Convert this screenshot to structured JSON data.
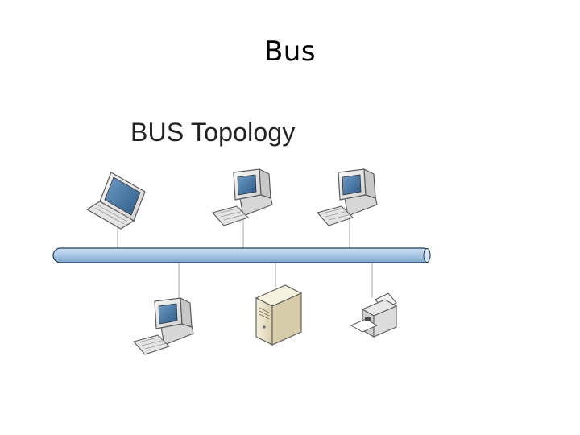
{
  "slide": {
    "title": "Bus"
  },
  "diagram": {
    "title": "BUS Topology",
    "colors": {
      "bus_fill": "#a9c7e6",
      "bus_stroke": "#1f3a5a",
      "connector": "#b8b8b8",
      "device_body": "#ececec",
      "device_stroke": "#5a5a5a",
      "screen": "#3d6f9e",
      "server_body": "#efe7cf"
    },
    "top_devices": [
      {
        "kind": "laptop",
        "icon": "laptop-icon"
      },
      {
        "kind": "desktop",
        "icon": "desktop-computer-icon"
      },
      {
        "kind": "desktop",
        "icon": "desktop-computer-icon"
      }
    ],
    "bottom_devices": [
      {
        "kind": "desktop",
        "icon": "desktop-computer-icon"
      },
      {
        "kind": "server",
        "icon": "server-tower-icon"
      },
      {
        "kind": "printer",
        "icon": "printer-icon"
      }
    ]
  }
}
